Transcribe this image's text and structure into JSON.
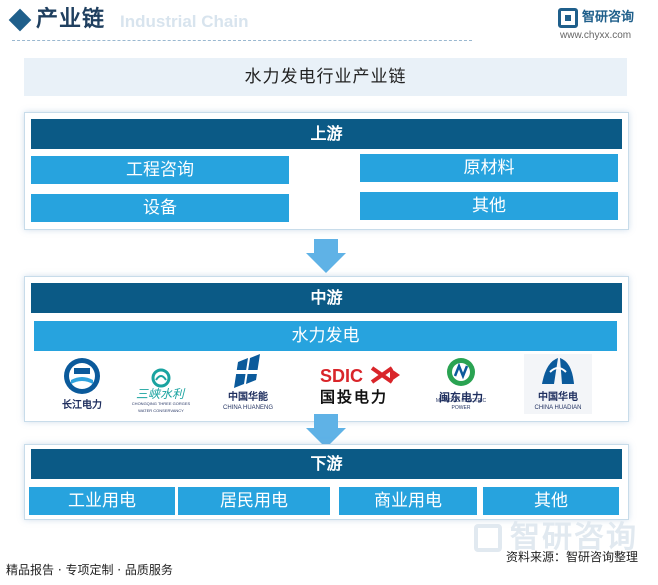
{
  "header": {
    "title": "产业链",
    "subtitle_en": "Industrial Chain",
    "brand": "智研咨询",
    "brand_url": "www.chyxx.com"
  },
  "main_title": "水力发电行业产业链",
  "upstream": {
    "title": "上游",
    "items": [
      "工程咨询",
      "原材料",
      "设备",
      "其他"
    ]
  },
  "midstream": {
    "title": "中游",
    "item": "水力发电",
    "companies": [
      {
        "name": "长江电力",
        "icon": "yangtze-power-logo"
      },
      {
        "name": "三峡水利",
        "sub": "CHONGQING THREE GORGES WATER CONSERVANCY",
        "icon": "three-gorges-water-logo"
      },
      {
        "name": "中国华能",
        "sub": "CHINA HUANENG",
        "icon": "china-huaneng-logo"
      },
      {
        "name": "SDIC",
        "sub": "国投电力",
        "icon": "sdic-power-logo"
      },
      {
        "name": "闽东电力",
        "sub": "MINDONG ELECTRIC POWER",
        "icon": "mindong-power-logo"
      },
      {
        "name": "中国华电",
        "sub": "CHINA HUADIAN",
        "icon": "china-huadian-logo"
      }
    ]
  },
  "downstream": {
    "title": "下游",
    "items": [
      "工业用电",
      "居民用电",
      "商业用电",
      "其他"
    ]
  },
  "footer": {
    "left": "精品报告 · 专项定制 · 品质服务",
    "right": "资料来源：智研咨询整理",
    "watermark": "智研咨询"
  },
  "colors": {
    "section_header": "#0b5a86",
    "cell": "#27a3de",
    "title_band": "#e9f1f8",
    "arrow": "#5fb2e6"
  }
}
